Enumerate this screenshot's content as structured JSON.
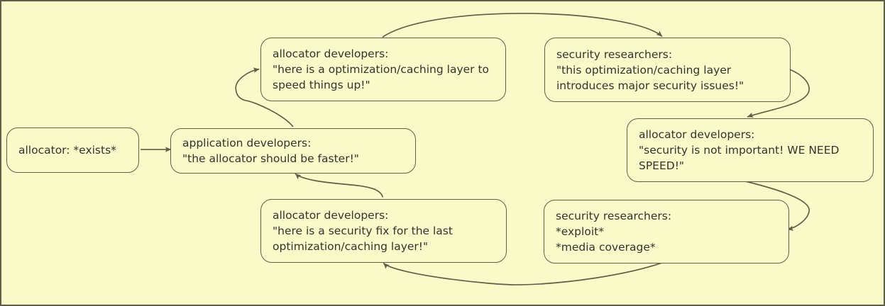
{
  "colors": {
    "background": "#FAFAC9",
    "stroke": "#5E5F49",
    "text": "#333331"
  },
  "nodes": [
    {
      "id": "allocator-exists",
      "text": "allocator: *exists*"
    },
    {
      "id": "application-developers",
      "text": "application developers:\n\"the allocator should be faster!\""
    },
    {
      "id": "allocator-developers-optimization",
      "text": "allocator developers:\n\"here is a optimization/caching layer to\nspeed things up!\""
    },
    {
      "id": "security-researchers-issues",
      "text": "security researchers:\n\"this optimization/caching layer\nintroduces major security issues!\""
    },
    {
      "id": "allocator-developers-speed",
      "text": "allocator developers:\n\"security is not important! WE NEED\nSPEED!\""
    },
    {
      "id": "security-researchers-exploit",
      "text": "security researchers:\n*exploit*\n*media coverage*"
    },
    {
      "id": "allocator-developers-fix",
      "text": "allocator developers:\n\"here is a security fix for the last\noptimization/caching layer!\""
    }
  ],
  "edges": [
    {
      "from": "allocator-exists",
      "to": "application-developers"
    },
    {
      "from": "application-developers",
      "to": "allocator-developers-optimization"
    },
    {
      "from": "allocator-developers-optimization",
      "to": "security-researchers-issues"
    },
    {
      "from": "security-researchers-issues",
      "to": "allocator-developers-speed"
    },
    {
      "from": "allocator-developers-speed",
      "to": "security-researchers-exploit"
    },
    {
      "from": "security-researchers-exploit",
      "to": "allocator-developers-fix"
    },
    {
      "from": "allocator-developers-fix",
      "to": "application-developers"
    }
  ]
}
